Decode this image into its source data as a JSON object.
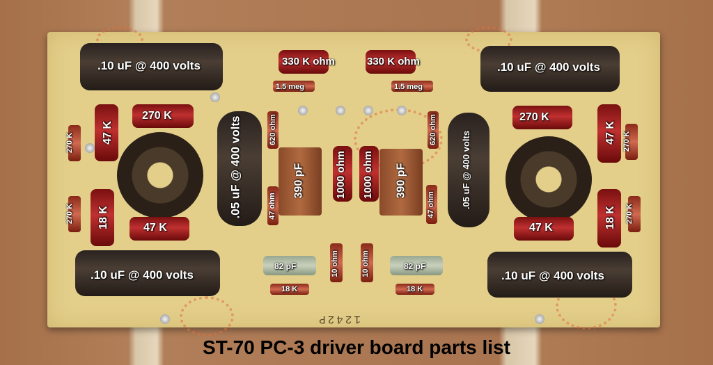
{
  "title": "ST-70 PC-3 driver board parts list",
  "board_marking": "1242P",
  "labels": {
    "cap_tl": ".10 uF @ 400 volts",
    "cap_tr": ".10 uF @ 400 volts",
    "cap_bl": ".10 uF @ 400 volts",
    "cap_br": ".10 uF @ 400 volts",
    "cap_ml": ".05 uF @ 400 volts",
    "cap_mr": ".05 uF @ 400 volts",
    "res_330k_l": "330 K ohm",
    "res_330k_r": "330 K ohm",
    "res_15meg_l": "1.5 meg",
    "res_15meg_r": "1.5 meg",
    "res_270k_l": "270 K",
    "res_270k_r": "270 K",
    "res_270k_small_l": "270 K",
    "res_270k_small_r": "270 K",
    "res_270k_small_bl": "270 K",
    "res_270k_small_br": "270 K",
    "res_47k_l": "47 K",
    "res_47k_r": "47 K",
    "res_47k_bl": "47 K",
    "res_47k_br": "47 K",
    "res_18k_l": "18 K",
    "res_18k_r": "18 K",
    "res_620_l": "620 ohm",
    "res_620_r": "620 ohm",
    "res_47ohm_l": "47 ohm",
    "res_47ohm_r": "47 ohm",
    "cap_390_l": "390 pF",
    "cap_390_r": "390 pF",
    "res_1000_l": "1000 ohm",
    "res_1000_r": "1000 ohm",
    "cap_82_l": "82 pF",
    "cap_82_r": "82 pF",
    "res_10_l": "10 ohm",
    "res_10_r": "10 ohm",
    "res_18k_small_l": "18 K",
    "res_18k_small_r": "18 K"
  }
}
